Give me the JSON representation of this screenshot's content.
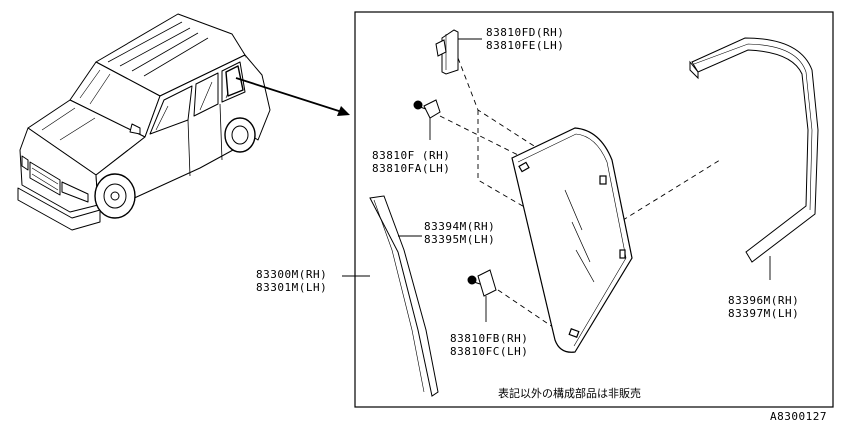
{
  "parts": {
    "clip_upper": {
      "rh": "83810FD(RH)",
      "lh": "83810FE(LH)"
    },
    "clip_mid": {
      "rh": "83810F (RH)",
      "lh": "83810FA(LH)"
    },
    "clip_lower": {
      "rh": "83810FB(RH)",
      "lh": "83810FC(LH)"
    },
    "glass": {
      "rh": "83300M(RH)",
      "lh": "83301M(LH)"
    },
    "pillar_moulding": {
      "rh": "83394M(RH)",
      "lh": "83395M(LH)"
    },
    "weatherstrip": {
      "rh": "83396M(RH)",
      "lh": "83397M(LH)"
    }
  },
  "note": "表記以外の構成部品は非販売",
  "diagram_id": "A8300127"
}
